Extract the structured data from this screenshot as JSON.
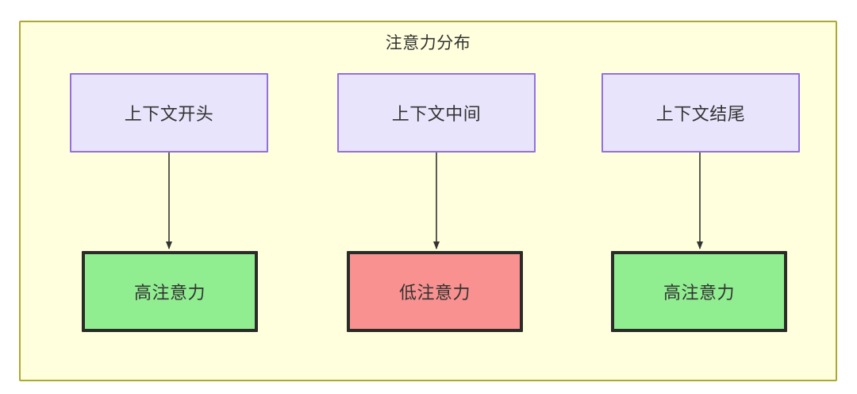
{
  "diagram": {
    "title": "注意力分布",
    "container": {
      "name": "attention-distribution-subgraph",
      "fill": "#ffffdd",
      "border_color": "#aaaa33"
    },
    "colors": {
      "context_node_fill": "#e8e4fb",
      "context_node_border": "#9370db",
      "high_attention_fill": "#90ee90",
      "low_attention_fill": "#f8918f",
      "attention_node_border": "#2b2b28",
      "arrow_color": "#333333",
      "text_color": "#333333"
    },
    "top_nodes": [
      {
        "id": "context-start",
        "label": "上下文开头"
      },
      {
        "id": "context-middle",
        "label": "上下文中间"
      },
      {
        "id": "context-end",
        "label": "上下文结尾"
      }
    ],
    "bottom_nodes": [
      {
        "id": "attention-high-start",
        "label": "高注意力",
        "level": "high"
      },
      {
        "id": "attention-low-middle",
        "label": "低注意力",
        "level": "low"
      },
      {
        "id": "attention-high-end",
        "label": "高注意力",
        "level": "high"
      }
    ],
    "edges": [
      {
        "from": "context-start",
        "to": "attention-high-start",
        "arrow": "down-arrow"
      },
      {
        "from": "context-middle",
        "to": "attention-low-middle",
        "arrow": "down-arrow"
      },
      {
        "from": "context-end",
        "to": "attention-high-end",
        "arrow": "down-arrow"
      }
    ]
  }
}
